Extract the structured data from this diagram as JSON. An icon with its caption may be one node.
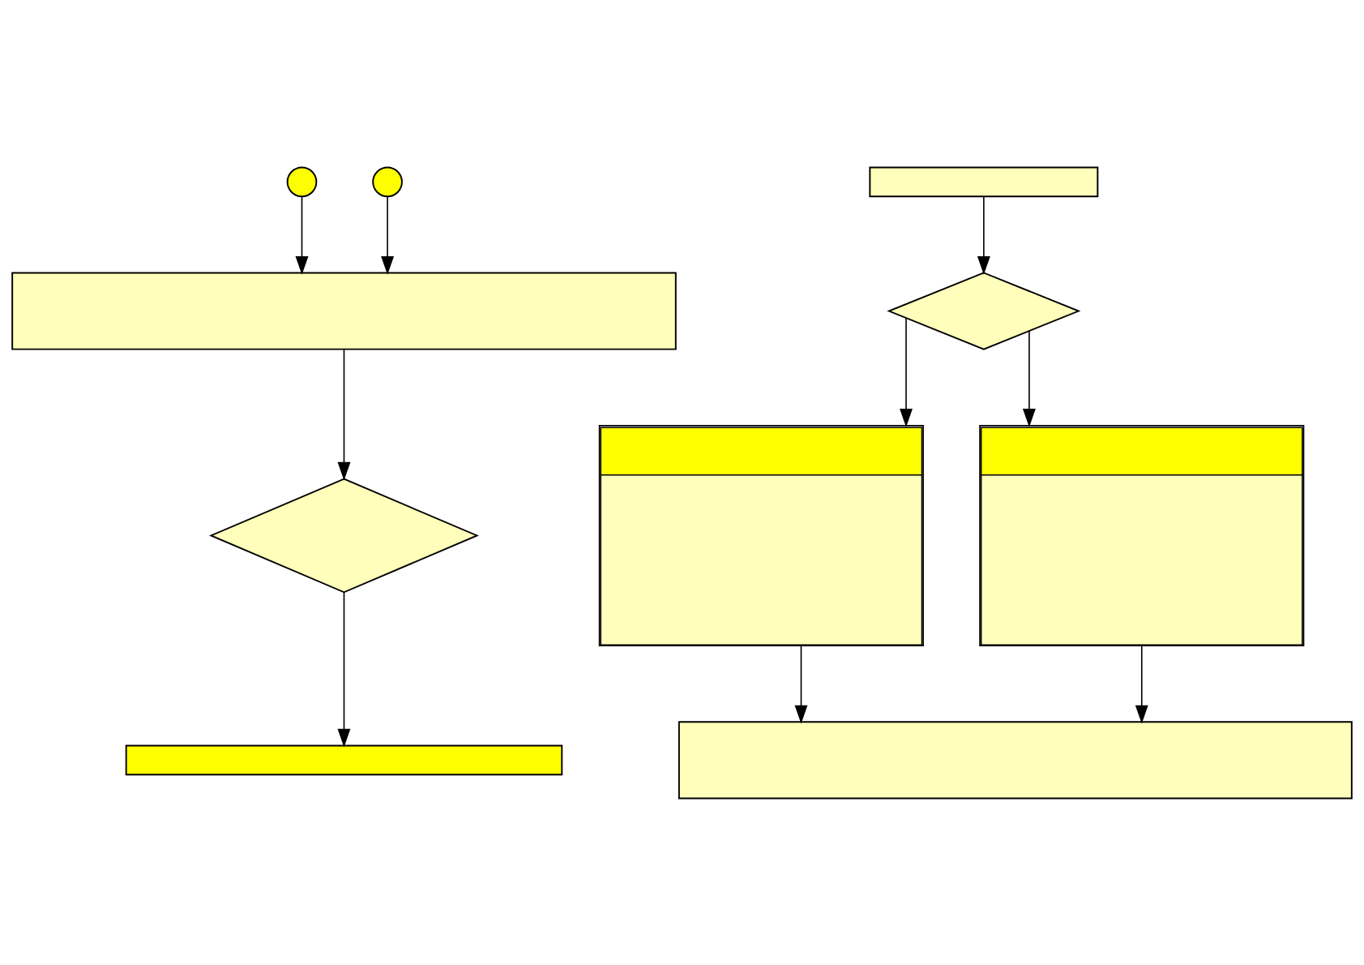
{
  "diagram": {
    "nodes": [
      {
        "text": [],
        "shape": "circle"
      },
      {
        "text": [],
        "shape": "circle"
      },
      {
        "text": [],
        "shape": "box"
      },
      {
        "text": [],
        "shape": "diamond"
      },
      {
        "text": [],
        "shape": "bar"
      },
      {
        "text": [],
        "shape": "box"
      },
      {
        "text": [],
        "shape": "diamond"
      },
      {
        "text": [],
        "shape": "box"
      },
      {
        "text": [],
        "shape": "box"
      },
      {
        "text": [],
        "shape": "box"
      }
    ],
    "edges": [
      {
        "from": 0,
        "to": 2,
        "arrow": "to"
      },
      {
        "from": 1,
        "to": 2,
        "arrow": "to"
      },
      {
        "from": 2,
        "to": 3,
        "arrow": "to"
      },
      {
        "from": 3,
        "to": 4,
        "arrow": "to"
      },
      {
        "from": 5,
        "to": 6,
        "arrow": "to"
      },
      {
        "from": 6,
        "to": 7,
        "arrow": "to"
      },
      {
        "from": 6,
        "to": 8,
        "arrow": "to"
      },
      {
        "from": 7,
        "to": 9,
        "arrow": "to"
      },
      {
        "from": 8,
        "to": 9,
        "arrow": "to"
      }
    ]
  }
}
